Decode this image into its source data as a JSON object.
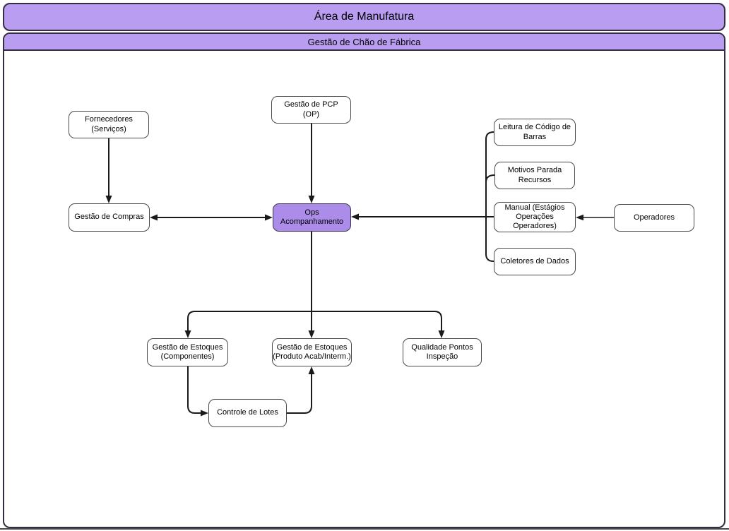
{
  "header": {
    "title": "Área de Manufatura",
    "subtitle": "Gestão de Chão de Fábrica"
  },
  "colors": {
    "header_fill": "#b89df0",
    "highlight_fill": "#ab8de9",
    "node_fill": "#ffffff",
    "node_border": "#4a4a4a",
    "frame_border": "#352e40",
    "line": "#1a1a1a",
    "text": "#000000"
  },
  "nodes": {
    "fornecedores": {
      "label": "Fornecedores\n(Serviços)"
    },
    "pcp": {
      "label": "Gestão de PCP\n(OP)"
    },
    "compras": {
      "label": "Gestão de Compras"
    },
    "ops": {
      "label": "Ops\nAcompanhamento"
    },
    "leitura": {
      "label": "Leitura de Código de\nBarras"
    },
    "motivos": {
      "label": "Motivos Parada\nRecursos"
    },
    "manual": {
      "label": "Manual (Estágios\nOperações\nOperadores)"
    },
    "coletores": {
      "label": "Coletores de Dados"
    },
    "operadores": {
      "label": "Operadores"
    },
    "estoques_componentes": {
      "label": "Gestão de Estoques\n(Componentes)"
    },
    "estoques_produto": {
      "label": "Gestão de Estoques\n(Produto Acab/Interm.)"
    },
    "qualidade": {
      "label": "Qualidade Pontos\nInspeção"
    },
    "controle_lotes": {
      "label": "Controle de Lotes"
    }
  }
}
